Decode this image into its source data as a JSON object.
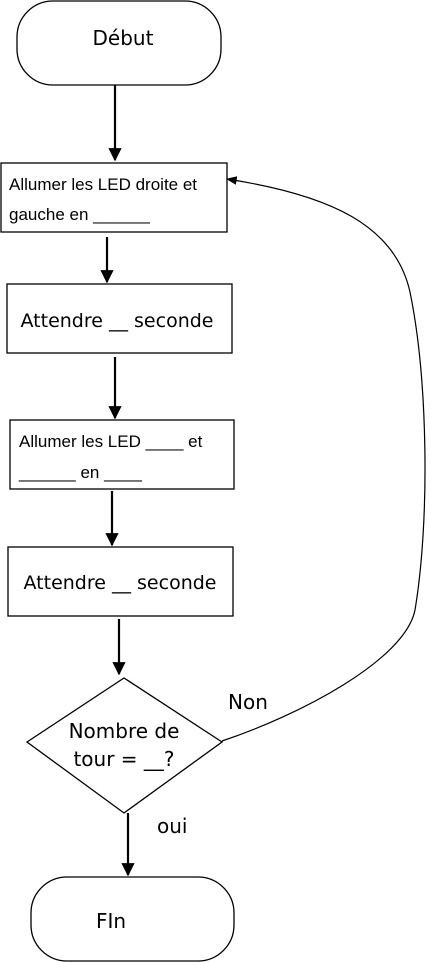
{
  "nodes": {
    "start": {
      "label": "Début"
    },
    "step1": {
      "line1": "Allumer les LED droite et",
      "line2": "gauche en ______"
    },
    "step2": {
      "label": "Attendre __ seconde"
    },
    "step3": {
      "line1": "Allumer les LED ____  et",
      "line2": "______ en ____"
    },
    "step4": {
      "label": "Attendre __ seconde"
    },
    "decision": {
      "line1": "Nombre de",
      "line2": "tour = __?"
    },
    "end": {
      "label": "FIn"
    }
  },
  "edges": {
    "no_label": "Non",
    "yes_label": "oui"
  },
  "colors": {
    "stroke": "#000000",
    "fill": "#ffffff"
  }
}
